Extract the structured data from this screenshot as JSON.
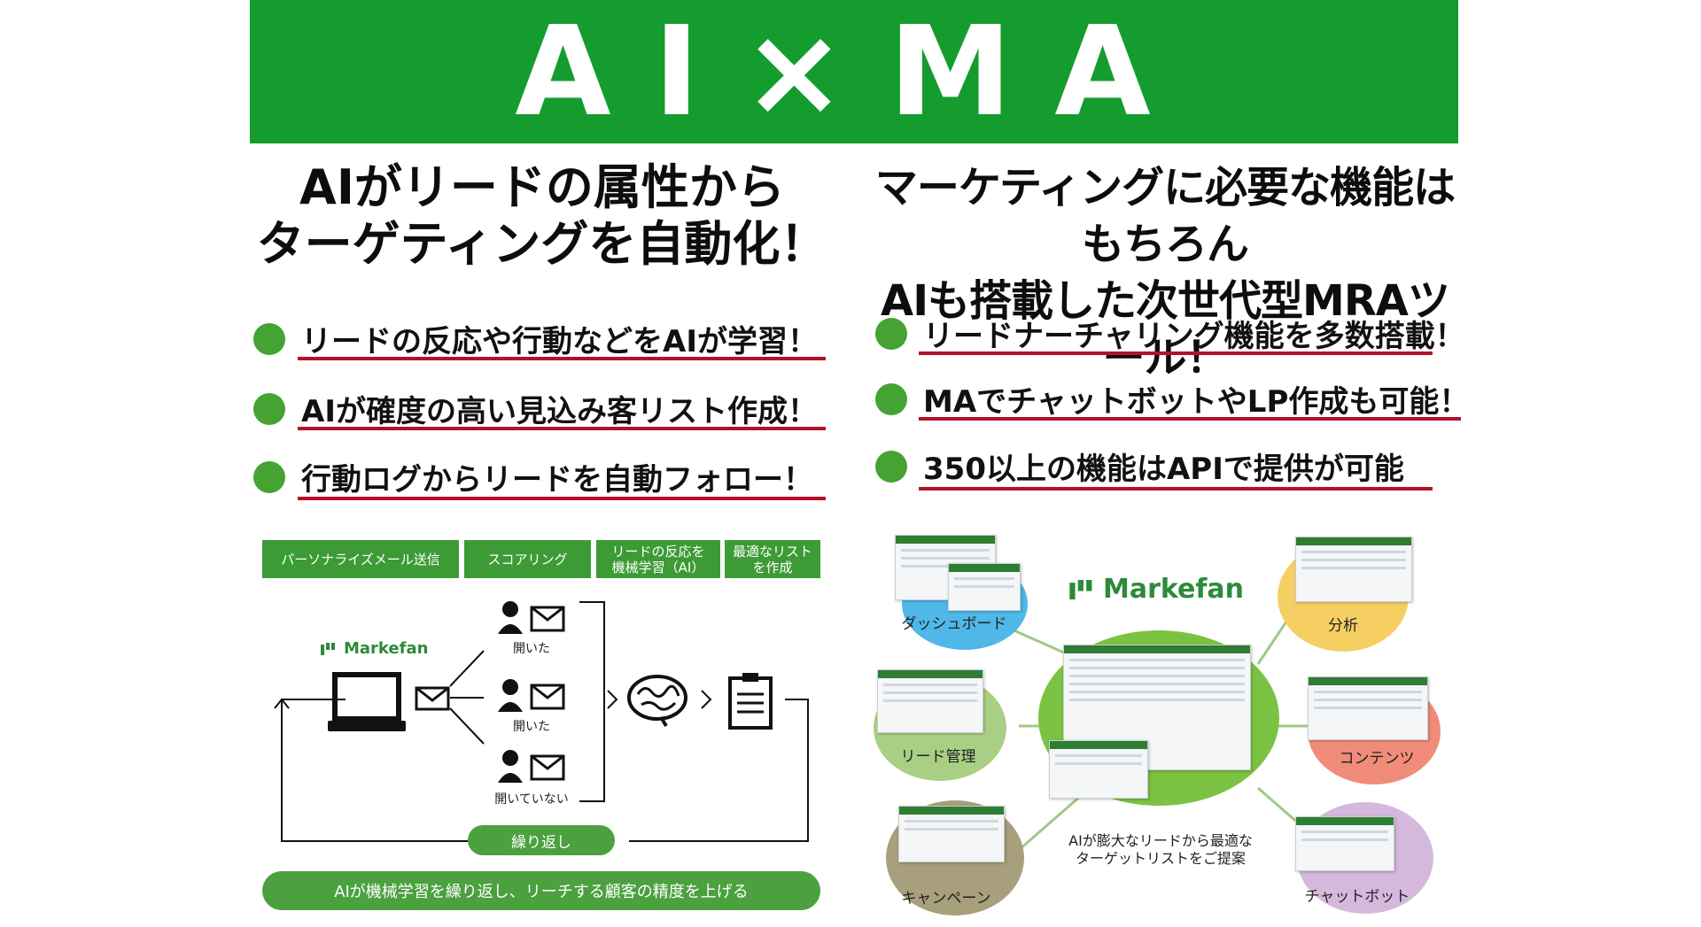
{
  "banner": {
    "title": "AI×MA",
    "color": "#159c2f"
  },
  "left": {
    "headline_line1": "AIがリードの属性から",
    "headline_line2": "ターゲティングを自動化！",
    "bullets": [
      "リードの反応や行動などをAIが学習！",
      "AIが確度の高い見込み客リスト作成！",
      "行動ログからリードを自動フォロー！"
    ],
    "tags": [
      "パーソナライズメール送信",
      "スコアリング",
      "リードの反応を",
      "機械学習（AI）",
      "最適なリスト",
      "を作成"
    ],
    "logo": "Markefan",
    "captions": [
      "開いた",
      "開いた",
      "開いていない"
    ],
    "loop_label": "繰り返し",
    "footer": "AIが機械学習を繰り返し、リーチする顧客の精度を上げる"
  },
  "right": {
    "headline_line1": "マーケティングに必要な機能はもちろん",
    "headline_line2": "AIも搭載した次世代型MRAツール！",
    "bullets": [
      "リードナーチャリング機能を多数搭載！",
      "MAでチャットボットやLP作成も可能！",
      "350以上の機能はAPIで提供が可能"
    ],
    "logo": "Markefan",
    "features": [
      "ダッシュボード",
      "分析",
      "リード管理",
      "コンテンツ",
      "キャンペーン",
      "チャットボット"
    ],
    "center_caption_line1": "AIが膨大なリードから最適な",
    "center_caption_line2": "ターゲットリストをご提案"
  },
  "colors": {
    "accent_green": "#44a333",
    "underline_red": "#b3122a",
    "bubble_blue": "#4fb8e8",
    "bubble_yellow": "#f6cf63",
    "bubble_lightgreen": "#a9cf84",
    "bubble_salmon": "#f08c79",
    "bubble_taupe": "#a89f7c",
    "bubble_lavender": "#d5b9dc",
    "center_green": "#7cc242"
  }
}
